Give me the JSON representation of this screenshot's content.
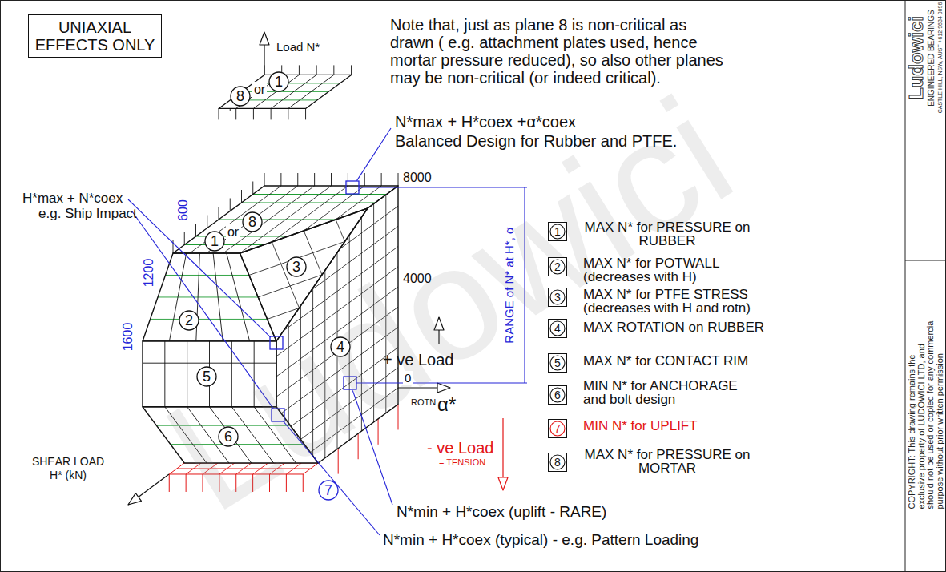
{
  "diagram": {
    "nodes": [
      {
        "text": [
          "UNIAXIAL EFFECTS ONLY"
        ]
      },
      {
        "text": [
          "8"
        ]
      },
      {
        "text": [
          "1"
        ]
      },
      {
        "text": [
          "1"
        ]
      },
      {
        "text": [
          "8"
        ]
      },
      {
        "text": [
          "3"
        ]
      },
      {
        "text": [
          "2"
        ]
      },
      {
        "text": [
          "4"
        ]
      },
      {
        "text": [
          "5"
        ]
      },
      {
        "text": [
          "6"
        ]
      },
      {
        "text": [
          "7"
        ]
      },
      {
        "text": [
          "1"
        ]
      },
      {
        "text": [
          "2"
        ]
      },
      {
        "text": [
          "3"
        ]
      },
      {
        "text": [
          "4"
        ]
      },
      {
        "text": [
          "5"
        ]
      },
      {
        "text": [
          "6"
        ]
      },
      {
        "text": [
          "7"
        ]
      },
      {
        "text": [
          "8"
        ]
      }
    ],
    "labels": [
      "Load N*",
      "Note that, just as plane 8 is non-critical as drawn ( e.g. attachment plates used, hence mortar pressure reduced), so also other planes may be non-critical (or indeed critical).",
      "N*max + H*coex +α*coex",
      "Balanced Design for Rubber and PTFE.",
      "H*max + N*coex",
      "e.g. Ship Impact",
      "600",
      "1200",
      "1600",
      "or",
      "or",
      "8000",
      "4000",
      "0",
      "RANGE of N* at H*, α",
      "+ ve Load",
      "ROTN",
      "α*",
      "- ve Load",
      "= TENSION",
      "SHEAR LOAD H* (kN)",
      "N*min + H*coex (uplift - RARE)",
      "N*min + H*coex (typical) - e.g. Pattern Loading",
      "Ludowici",
      "ENGINEERED BEARINGS",
      "CASTLE HILL, NSW, AUST +612 9634 0096",
      "COPYRIGHT: This drawing remains the exclusive property of LUDOWICI LTD, and should not be used or copied for any commercial purpose without prior written permission",
      "Ludowici"
    ],
    "legend": [
      {
        "text": "MAX N* for PRESSURE on RUBBER"
      },
      {
        "text": "MAX N* for POTWALL (decreases with H)"
      },
      {
        "text": "MAX N* for PTFE STRESS (decreases with H and rotn)"
      },
      {
        "text": "MAX ROTATION on RUBBER"
      },
      {
        "text": "MAX N* for CONTACT RIM"
      },
      {
        "text": "MIN N* for ANCHORAGE and bolt design"
      },
      {
        "text": "MIN N* for UPLIFT"
      },
      {
        "text": "MAX N* for PRESSURE on MORTAR"
      }
    ]
  }
}
